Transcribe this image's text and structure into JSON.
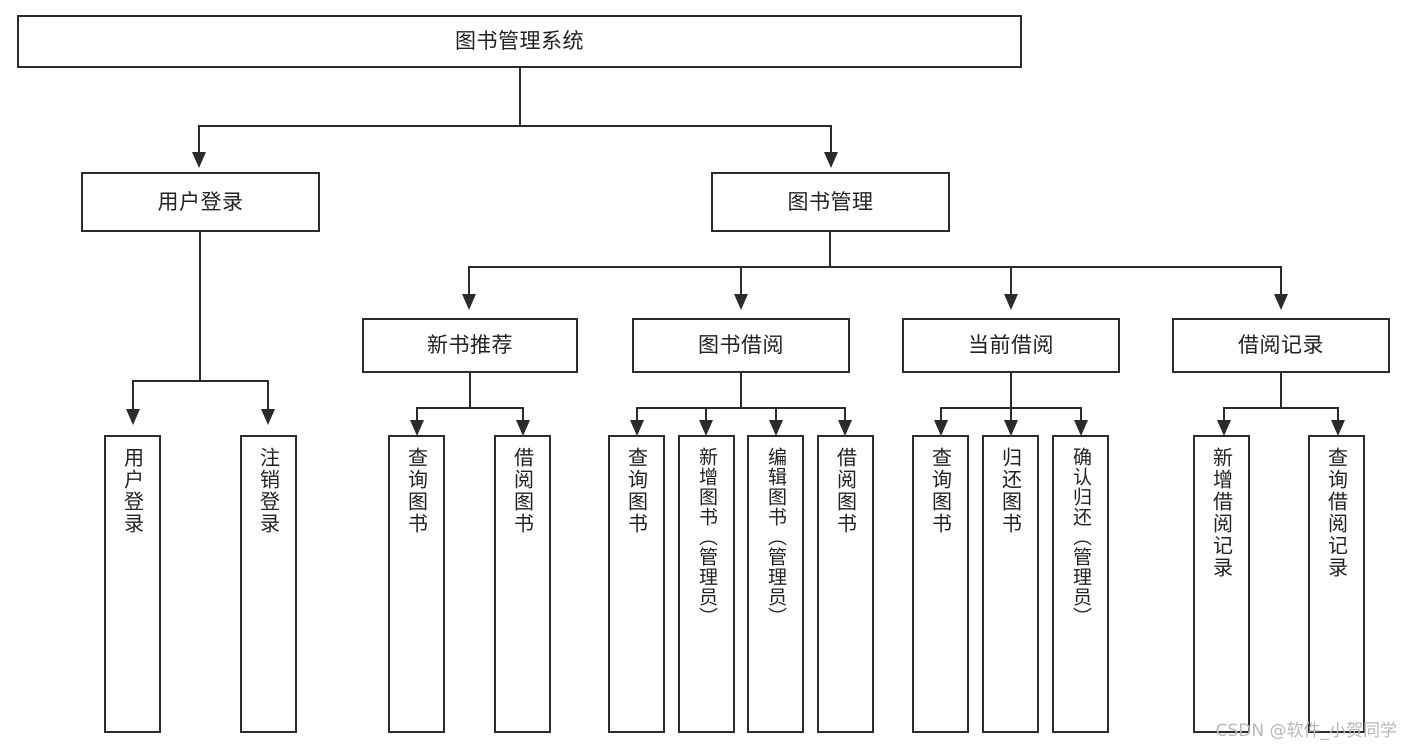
{
  "diagram": {
    "title": "图书管理系统",
    "type": "功能结构图",
    "root": {
      "label": "图书管理系统"
    },
    "level1": [
      {
        "label": "用户登录"
      },
      {
        "label": "图书管理"
      }
    ],
    "level2": [
      {
        "label": "新书推荐",
        "parent": "图书管理"
      },
      {
        "label": "图书借阅",
        "parent": "图书管理"
      },
      {
        "label": "当前借阅",
        "parent": "图书管理"
      },
      {
        "label": "借阅记录",
        "parent": "图书管理"
      }
    ],
    "leaves": [
      {
        "label": "用户登录",
        "parent": "用户登录"
      },
      {
        "label": "注销登录",
        "parent": "用户登录"
      },
      {
        "label": "查询图书",
        "parent": "新书推荐"
      },
      {
        "label": "借阅图书",
        "parent": "新书推荐"
      },
      {
        "label": "查询图书",
        "parent": "图书借阅"
      },
      {
        "label": "新增图书（管理员）",
        "parent": "图书借阅"
      },
      {
        "label": "编辑图书（管理员）",
        "parent": "图书借阅"
      },
      {
        "label": "借阅图书",
        "parent": "图书借阅"
      },
      {
        "label": "查询图书",
        "parent": "当前借阅"
      },
      {
        "label": "归还图书",
        "parent": "当前借阅"
      },
      {
        "label": "确认归还（管理员）",
        "parent": "当前借阅"
      },
      {
        "label": "新增借阅记录",
        "parent": "借阅记录"
      },
      {
        "label": "查询借阅记录",
        "parent": "借阅记录"
      }
    ]
  },
  "watermark": {
    "text": "CSDN @软件_小贺同学"
  },
  "colors": {
    "stroke": "#2b2b2b",
    "text": "#222222",
    "background": "#ffffff",
    "watermark": "#b8b8b8"
  }
}
